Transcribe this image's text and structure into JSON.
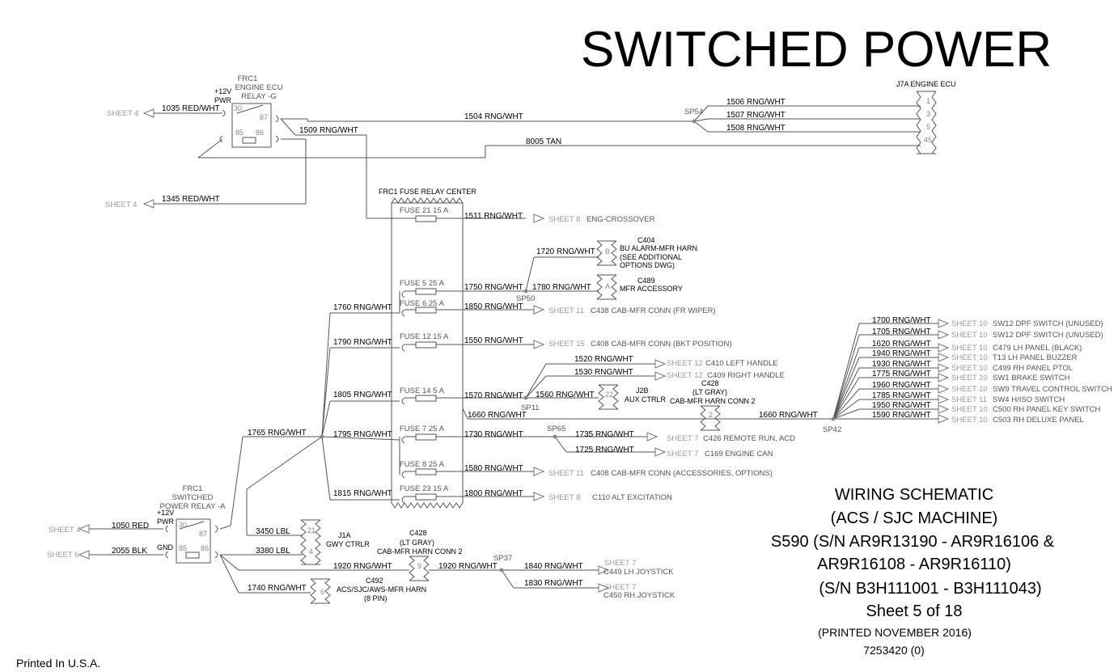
{
  "title": "SWITCHED POWER",
  "title_block": {
    "line1": "WIRING SCHEMATIC",
    "line2": "(ACS / SJC MACHINE)",
    "line3": "S590 (S/N AR9R13190 - AR9R16106 &",
    "line4": "AR9R16108 - AR9R16110)",
    "line5": "(S/N B3H111001 - B3H111043)",
    "line6": "Sheet 5 of 18",
    "printed": "(PRINTED NOVEMBER 2016)",
    "part_number": "7253420 (0)"
  },
  "footer": "Printed In U.S.A.",
  "relay_ecu": {
    "name": "FRC1",
    "desc1": "ENGINE ECU",
    "desc2": "RELAY -G",
    "pwr1": "+12V",
    "pwr2": "PWR",
    "pins": [
      "30",
      "87",
      "85",
      "86"
    ]
  },
  "relay_sw": {
    "name": "FRC1",
    "desc1": "SWITCHED",
    "desc2": "POWER RELAY -A",
    "pwr1": "+12V",
    "pwr2": "PWR",
    "gnd": "GND",
    "pins": [
      "30",
      "87",
      "85",
      "86"
    ]
  },
  "ecu": {
    "label": "J7A ENGINE ECU",
    "pins": [
      "1",
      "3",
      "5",
      "45"
    ]
  },
  "fuse_center": {
    "label": "FRC1 FUSE RELAY CENTER"
  },
  "splices": [
    "SP54",
    "SP50",
    "SP11",
    "SP65",
    "SP42",
    "SP37"
  ],
  "top_wires": [
    {
      "wire": "1035 RED/WHT",
      "sheet": "SHEET 4"
    },
    {
      "wire": "1345 RED/WHT",
      "sheet": "SHEET 4"
    },
    {
      "wire": "1509 RNG/WHT"
    },
    {
      "wire": "1504 RNG/WHT"
    },
    {
      "wire": "8005 TAN"
    },
    {
      "wire": "1506 RNG/WHT"
    },
    {
      "wire": "1507 RNG/WHT"
    },
    {
      "wire": "1508 RNG/WHT"
    }
  ],
  "fuses": [
    {
      "name": "FUSE 21 15 A",
      "out": "1511 RNG/WHT",
      "sheet": "SHEET 8",
      "dest": "ENG-CROSSOVER"
    },
    {
      "name": "FUSE 5 25 A",
      "out": "1750 RNG/WHT"
    },
    {
      "name": "FUSE 6 25 A",
      "in": "1760 RNG/WHT",
      "out": "1850 RNG/WHT",
      "sheet": "SHEET 11",
      "dest": "C438 CAB-MFR CONN (FR WIPER)"
    },
    {
      "name": "FUSE 12 15 A",
      "in": "1790 RNG/WHT",
      "out": "1550 RNG/WHT",
      "sheet": "SHEET 15",
      "dest": "C408 CAB-MFR CONN (BKT POSITION)"
    },
    {
      "name": "FUSE 14 5 A",
      "in": "1805 RNG/WHT",
      "out": "1570 RNG/WHT"
    },
    {
      "name": "FUSE 7 25 A",
      "in": "1795 RNG/WHT",
      "out": "1730 RNG/WHT"
    },
    {
      "name": "FUSE 8 25 A",
      "out": "1580 RNG/WHT",
      "sheet": "SHEET 11",
      "dest": "C408 CAB-MFR CONN (ACCESSORIES, OPTIONS)"
    },
    {
      "name": "FUSE 23 15 A",
      "in": "1815 RNG/WHT",
      "out": "1800 RNG/WHT",
      "sheet": "SHEET 8",
      "dest": "C110 ALT EXCITATION"
    }
  ],
  "fuse5_branch": {
    "w1720": "1720 RNG/WHT",
    "w1780": "1780 RNG/WHT",
    "c404": {
      "name": "C404",
      "pin": "B",
      "d1": "BU ALARM-MFR HARN",
      "d2": "(SEE ADDITIONAL",
      "d3": "OPTIONS DWG)"
    },
    "c489": {
      "name": "C489",
      "pin": "A",
      "d1": "MFR ACCESSORY"
    }
  },
  "fuse14_branch": {
    "w1520": "1520 RNG/WHT",
    "sheet1520": "SHEET 12",
    "dest1520": "C410 LEFT HANDLE",
    "w1530": "1530 RNG/WHT",
    "sheet1530": "SHEET 12",
    "dest1530": "C409 RIGHT HANDLE",
    "w1560": "1560 RNG/WHT",
    "j2b": {
      "name": "J2B",
      "pin": "22",
      "d1": "AUX CTRLR"
    },
    "w1660a": "1660 RNG/WHT",
    "c428": {
      "name": "C428",
      "pin": "2",
      "d1": "(LT GRAY)",
      "d2": "CAB-MFR HARN CONN 2"
    },
    "w1660b": "1660 RNG/WHT"
  },
  "fuse7_branch": {
    "w1735": "1735 RNG/WHT",
    "sheet1735": "SHEET 7",
    "dest1735": "C426 REMOTE RUN, ACD",
    "w1725": "1725 RNG/WHT",
    "sheet1725": "SHEET 7",
    "dest1725": "C169 ENGINE CAN"
  },
  "sp42_outputs": [
    {
      "wire": "1700 RNG/WHT",
      "sheet": "SHEET 10",
      "dest": "SW12 DPF SWITCH (UNUSED)"
    },
    {
      "wire": "1705 RNG/WHT",
      "sheet": "SHEET 10",
      "dest": "SW12 DPF SWITCH (UNUSED)"
    },
    {
      "wire": "1620 RNG/WHT",
      "sheet": "SHEET 10",
      "dest": "C479 LH PANEL (BLACK)"
    },
    {
      "wire": "1940 RNG/WHT",
      "sheet": "SHEET 10",
      "dest": "T13 LH PANEL BUZZER"
    },
    {
      "wire": "1930 RNG/WHT",
      "sheet": "SHEET 10",
      "dest": "C499 RH PANEL PTOL"
    },
    {
      "wire": "1775 RNG/WHT",
      "sheet": "SHEET 10",
      "dest": "SW1 BRAKE SWITCH"
    },
    {
      "wire": "1960 RNG/WHT",
      "sheet": "SHEET 10",
      "dest": "SW9 TRAVEL CONTROL SWITCH"
    },
    {
      "wire": "1785 RNG/WHT",
      "sheet": "SHEET 11",
      "dest": "SW4 H/ISO SWITCH"
    },
    {
      "wire": "1950 RNG/WHT",
      "sheet": "SHEET 10",
      "dest": "C500 RH PANEL KEY SWITCH"
    },
    {
      "wire": "1590 RNG/WHT",
      "sheet": "SHEET 10",
      "dest": "C503 RH DELUXE PANEL"
    }
  ],
  "bottom_left": {
    "w1765": "1765 RNG/WHT",
    "w1050": "1050 RED",
    "sheet1050": "SHEET 4",
    "w2055": "2055 BLK",
    "sheet2055": "SHEET 6",
    "w3450": "3450 LBL",
    "w3380": "3380 LBL",
    "j1a": {
      "name": "J1A",
      "d1": "GWY CTRLR",
      "pin_top": "21",
      "pin_bot": "4"
    },
    "w1920a": "1920 RNG/WHT",
    "c428b": {
      "name": "C428",
      "pin": "9",
      "d1": "(LT GRAY)",
      "d2": "CAB-MFR HARN CONN 2"
    },
    "w1920b": "1920 RNG/WHT",
    "w1840": "1840 RNG/WHT",
    "sheet1840": "SHEET 7",
    "dest1840": "C449 LH JOYSTICK",
    "w1830": "1830 RNG/WHT",
    "sheet1830": "SHEET 7",
    "dest1830": "C450 RH JOYSTICK",
    "w1740": "1740 RNG/WHT",
    "c492": {
      "name": "C492",
      "pin": "6",
      "d1": "ACS/SJC/AWS-MFR HARN",
      "d2": "(8 PIN)"
    }
  }
}
